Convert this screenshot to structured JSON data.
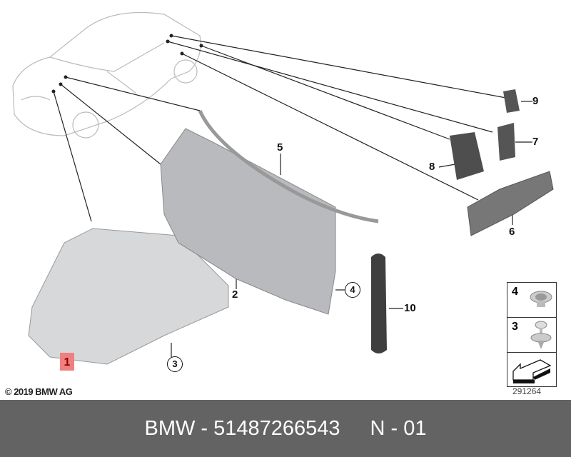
{
  "diagram": {
    "callouts": {
      "p1": "1",
      "p2": "2",
      "p3": "3",
      "p4": "4",
      "p5": "5",
      "p6": "6",
      "p7": "7",
      "p8": "8",
      "p9": "9",
      "p10": "10"
    },
    "legend": {
      "item4": "4",
      "item3": "3"
    },
    "copyright": "© 2019 BMW AG",
    "diagram_number": "291264"
  },
  "footer": {
    "brand": "BMW",
    "sep1": "-",
    "part_number": "51487266543",
    "position": "N - 01"
  },
  "colors": {
    "footer_bg": "#636363",
    "highlight": "#f08080"
  }
}
